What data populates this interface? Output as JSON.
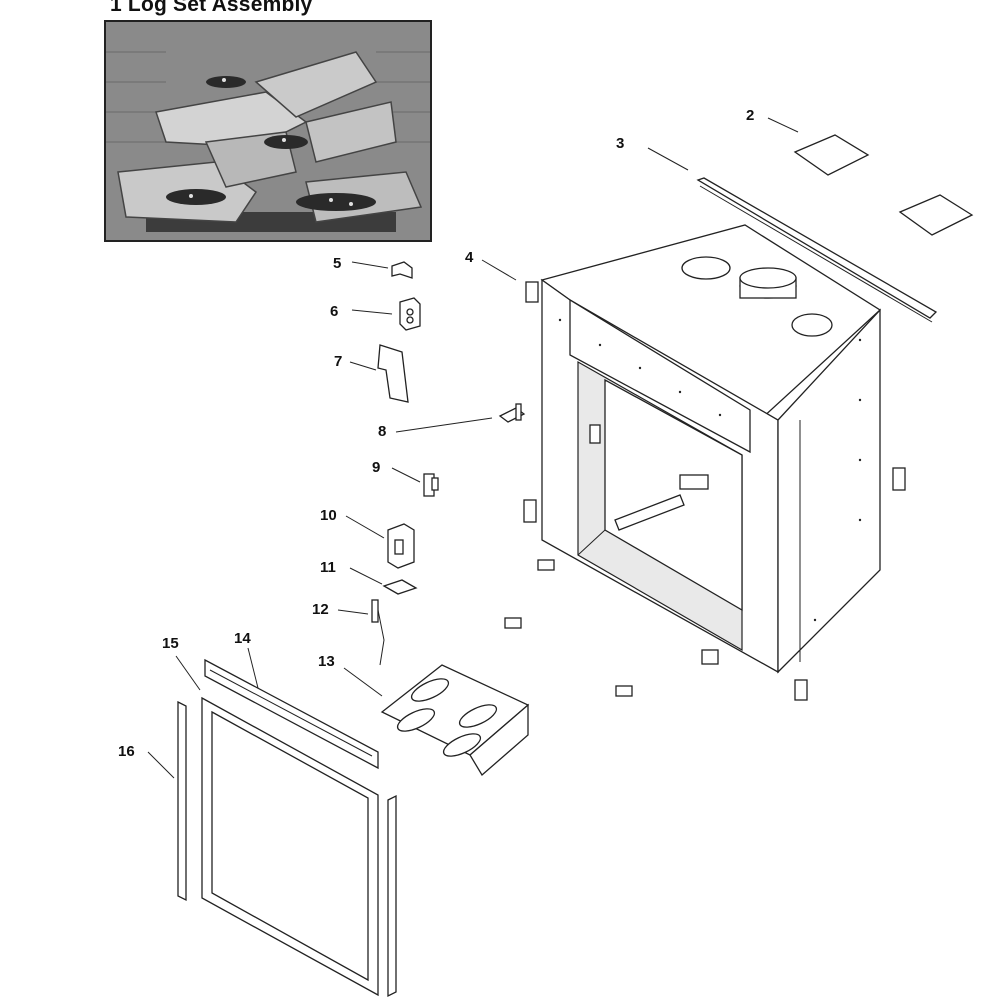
{
  "title": "1 Log Set Assembly",
  "callouts": {
    "c2": "2",
    "c3": "3",
    "c4": "4",
    "c5": "5",
    "c6": "6",
    "c7": "7",
    "c8": "8",
    "c9": "9",
    "c10": "10",
    "c11": "11",
    "c12": "12",
    "c13": "13",
    "c14": "14",
    "c15": "15",
    "c16": "16"
  },
  "colors": {
    "line": "#222222",
    "photo_bg": "#7a7a7a"
  },
  "icons": [
    "log-set-photo",
    "exploded-parts-diagram"
  ]
}
